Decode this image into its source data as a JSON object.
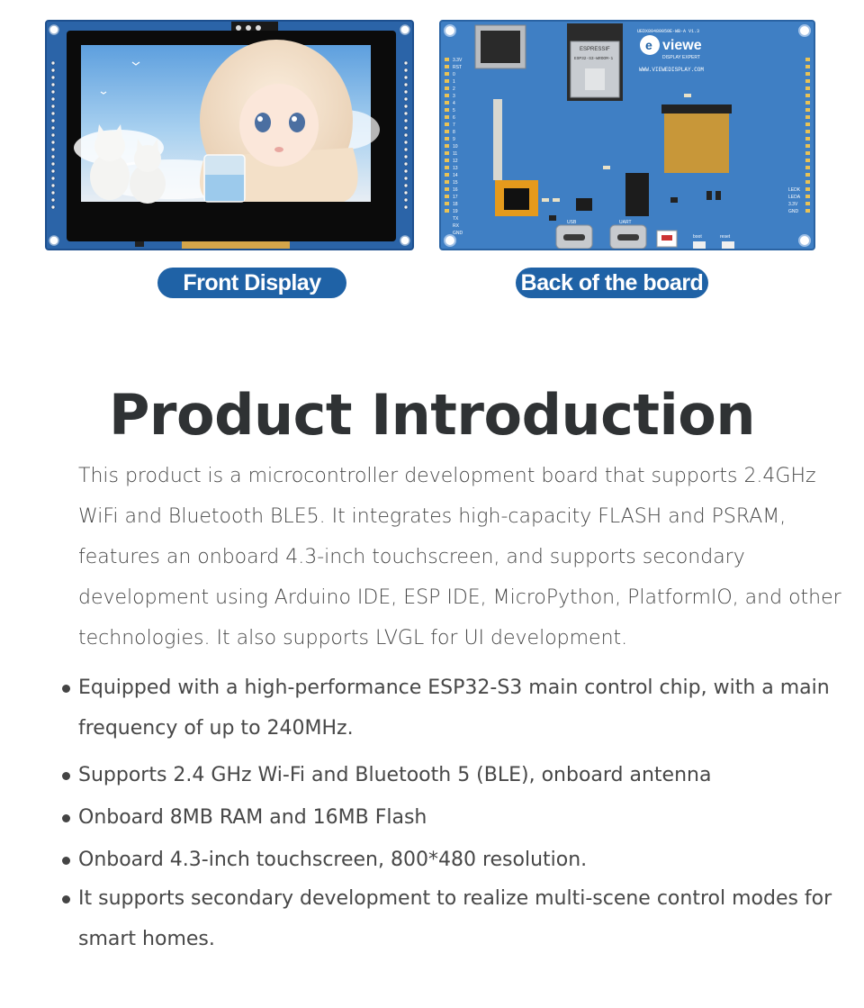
{
  "captions": {
    "front": "Front Display",
    "back": "Back of the board"
  },
  "board_labels": {
    "chip_brand": "ESPRESSIF",
    "chip_model": "ESP32-S3-WROOM-1",
    "logo": "viewe",
    "logo_sub": "DISPLAY EXPERT",
    "url": "WWW.VIEWEDISPLAY.COM",
    "model": "UEDX80480050E-WB-A V1.3",
    "pins_left": [
      "3.3V",
      "RST",
      "0",
      "1",
      "2",
      "3",
      "4",
      "5",
      "6",
      "7",
      "8",
      "9",
      "10",
      "11",
      "12",
      "13",
      "14",
      "15",
      "16",
      "17",
      "18",
      "19",
      "TX",
      "RX",
      "GND"
    ],
    "pins_right": [
      "LEDK",
      "LEDA",
      "3.3V",
      "GND"
    ],
    "usb": "USB",
    "uart": "UART",
    "boot": "boot",
    "reset": "reset"
  },
  "title": "Product Introduction",
  "intro": "This product is a microcontroller development board that supports 2.4GHz WiFi and Bluetooth BLE5. It integrates high-capacity FLASH and PSRAM, features an onboard 4.3-inch touchscreen, and supports secondary development using Arduino IDE, ESP IDE, MicroPython, PlatformIO, and other technologies. It also supports LVGL for UI development.",
  "bullets": [
    "Equipped with a high-performance ESP32-S3 main control chip, with a main frequency of up to 240MHz.",
    "Supports 2.4 GHz Wi-Fi and Bluetooth 5 (BLE), onboard antenna",
    "Onboard 8MB RAM and 16MB Flash",
    "Onboard 4.3-inch touchscreen, 800*480 resolution.",
    "It supports secondary development to realize multi-scene control modes for smart homes."
  ]
}
